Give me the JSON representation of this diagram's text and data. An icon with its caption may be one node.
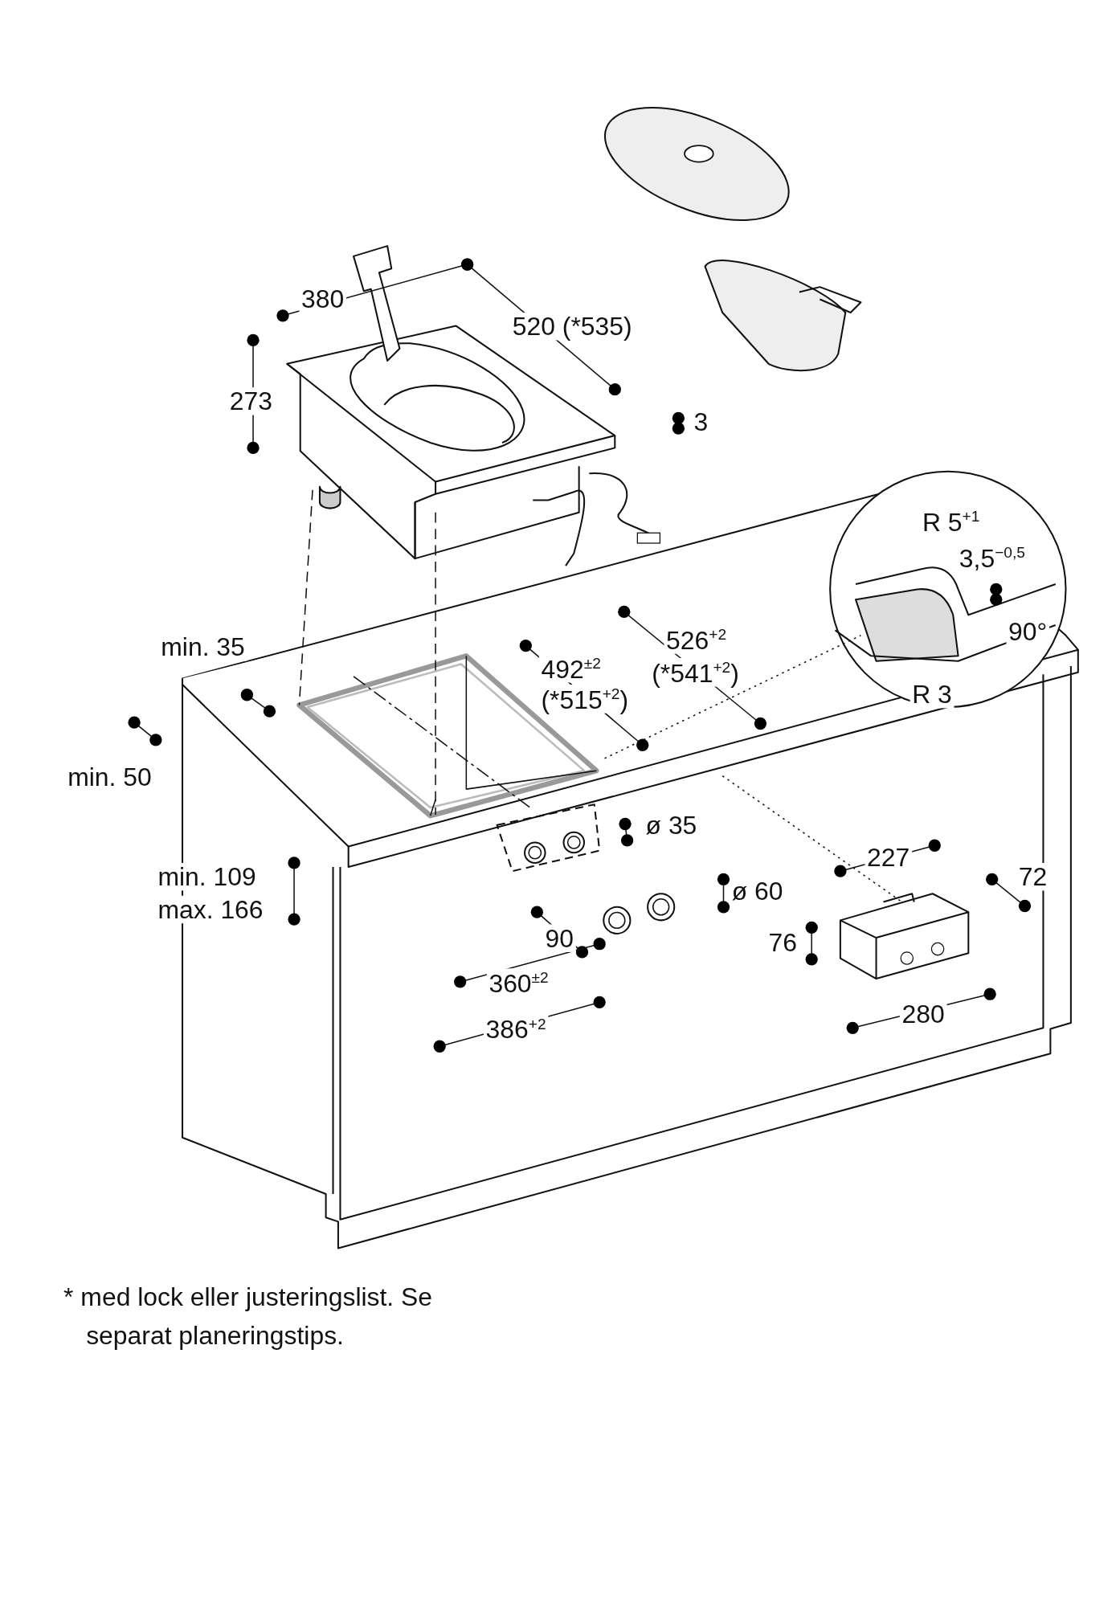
{
  "diagram": {
    "caption": "* med lock eller justeringslist. Se separat planeringstips.",
    "labels": [
      "380",
      "520 (*535)",
      "273",
      "3",
      "R 5$^{+1}$",
      "3,5$^{−0,5}$",
      "90°",
      "R 3",
      "min. 35",
      "526$^{+2}$",
      "492$^{±2}$",
      "(*541$^{+2}$)",
      "(*515$^{+2}$)",
      "min. 50",
      "ø 35",
      "227",
      "72",
      "min. 109",
      "max. 166",
      "ø 60",
      "76",
      "90",
      "360$^{±2}$",
      "386$^{+2}$",
      "280"
    ]
  }
}
